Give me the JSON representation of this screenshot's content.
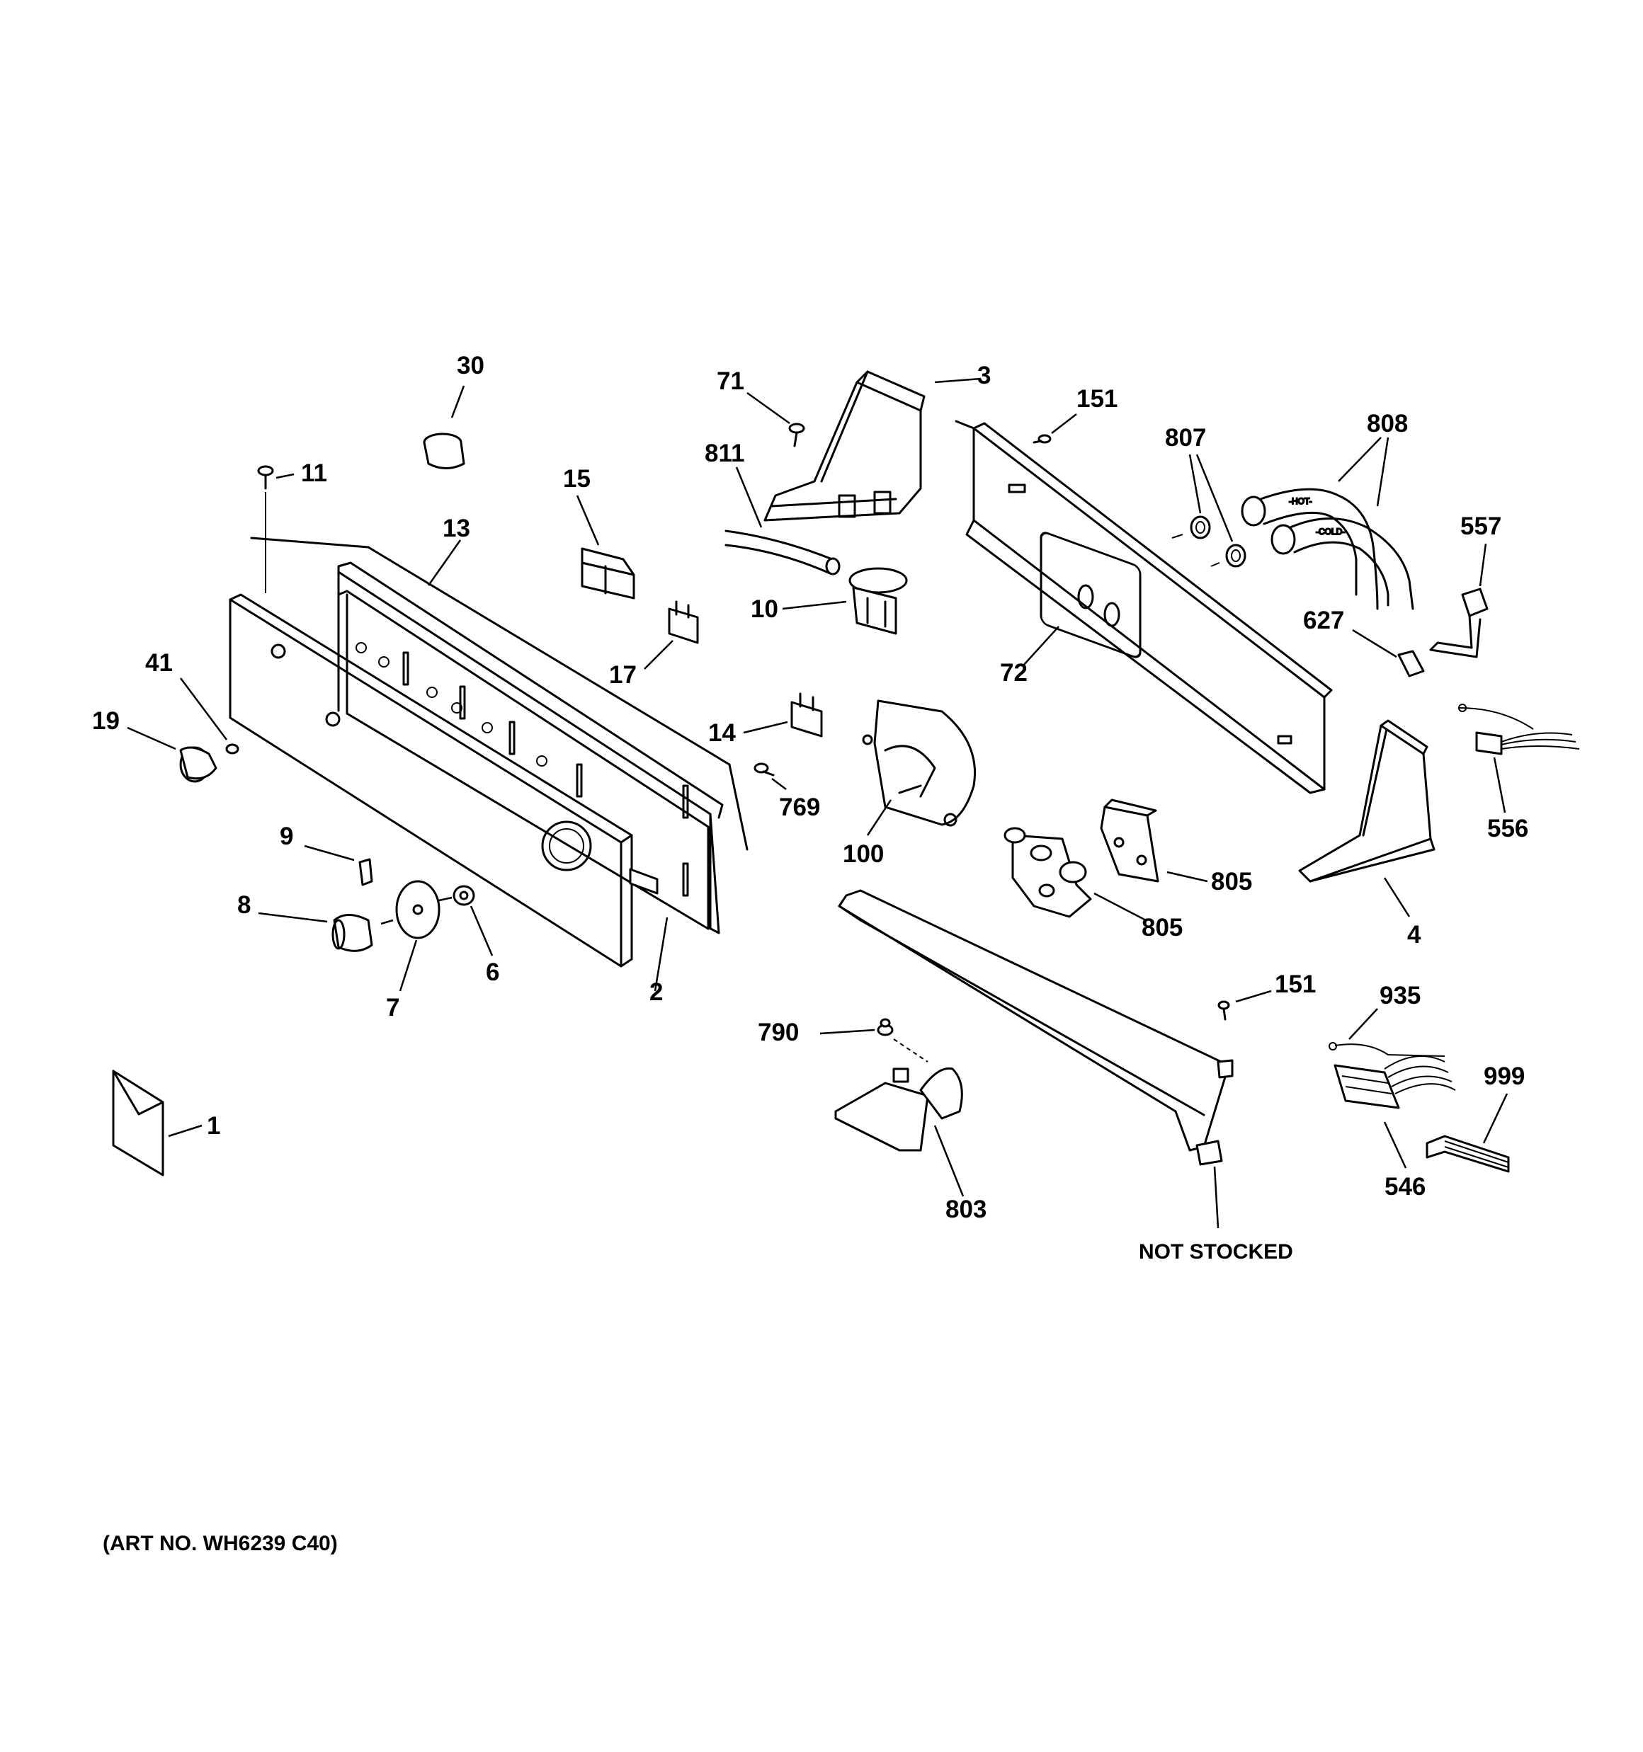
{
  "callouts": {
    "c1": "1",
    "c2": "2",
    "c3": "3",
    "c4": "4",
    "c6": "6",
    "c7": "7",
    "c8": "8",
    "c9": "9",
    "c10": "10",
    "c11": "11",
    "c13": "13",
    "c14": "14",
    "c15": "15",
    "c17": "17",
    "c19": "19",
    "c30": "30",
    "c41": "41",
    "c71": "71",
    "c72": "72",
    "c100": "100",
    "c151a": "151",
    "c151b": "151",
    "c546": "546",
    "c556": "556",
    "c557": "557",
    "c627": "627",
    "c769": "769",
    "c790": "790",
    "c803": "803",
    "c805a": "805",
    "c805b": "805",
    "c807": "807",
    "c808": "808",
    "c811": "811",
    "c935": "935",
    "c999": "999",
    "not_stocked": "NOT STOCKED"
  },
  "hose_marks": {
    "hot": "-HOT-",
    "cold": "-COLD-"
  },
  "art_number": "(ART NO. WH6239 C40)"
}
